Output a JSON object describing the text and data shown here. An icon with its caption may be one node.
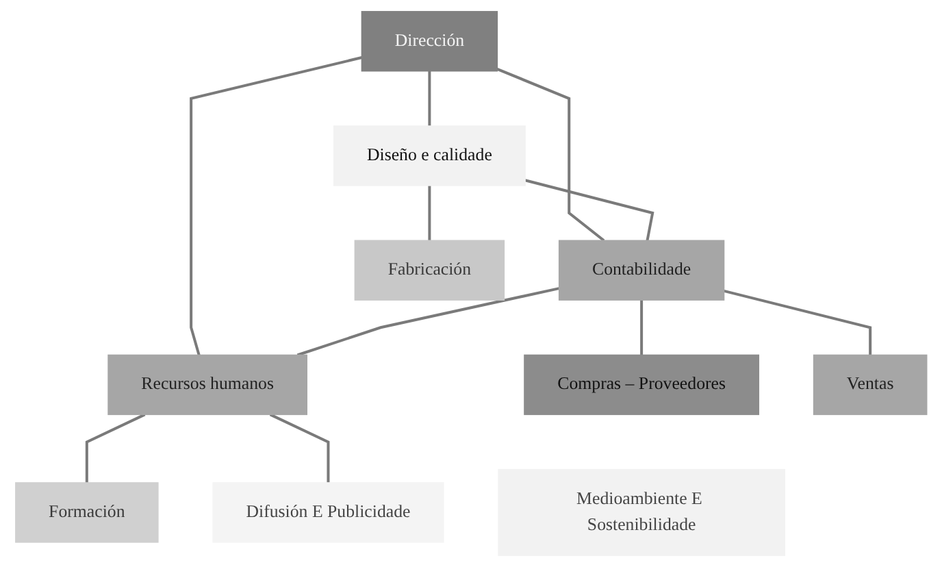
{
  "diagram": {
    "nodes": [
      {
        "text": [
          "Dirección"
        ]
      },
      {
        "text": [
          "Diseño e calidade"
        ]
      },
      {
        "text": [
          "Contabilidade"
        ]
      },
      {
        "text": [
          "Recursos humanos"
        ]
      },
      {
        "text": [
          "Fabricación"
        ]
      },
      {
        "text": [
          "Compras – Proveedores"
        ]
      },
      {
        "text": [
          "Formación"
        ]
      },
      {
        "text": [
          "Medioambiente E Sostenibilidade"
        ]
      },
      {
        "text": [
          "Ventas"
        ]
      },
      {
        "text": [
          "Difusión E Publicidade"
        ]
      }
    ],
    "edges": [
      {
        "from": 0,
        "to": 1,
        "arrow": "none"
      },
      {
        "from": 0,
        "to": 2,
        "arrow": "none"
      },
      {
        "from": 0,
        "to": 3,
        "arrow": "none"
      },
      {
        "from": 1,
        "to": 2,
        "arrow": "none"
      },
      {
        "from": 2,
        "to": 3,
        "arrow": "none"
      },
      {
        "from": 1,
        "to": 4,
        "arrow": "none"
      },
      {
        "from": 2,
        "to": 5,
        "arrow": "none"
      },
      {
        "from": 2,
        "to": 8,
        "arrow": "none"
      },
      {
        "from": 3,
        "to": 6,
        "arrow": "none"
      },
      {
        "from": 3,
        "to": 9,
        "arrow": "none"
      }
    ]
  }
}
